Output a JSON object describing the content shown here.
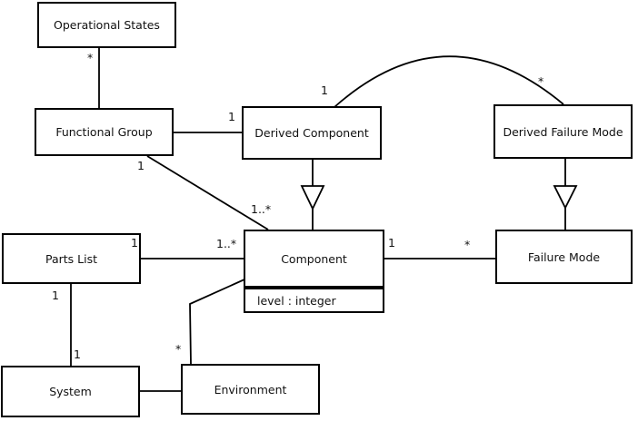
{
  "diagram": {
    "kind": "uml-class-diagram",
    "background_color": "#ffffff",
    "line_color": "#000000",
    "box_fill_color": "#ffffff",
    "nodes": {
      "operational_states": {
        "label": "Operational States"
      },
      "functional_group": {
        "label": "Functional Group"
      },
      "derived_component": {
        "label": "Derived Component"
      },
      "derived_failure_mode": {
        "label": "Derived Failure Mode"
      },
      "parts_list": {
        "label": "Parts List"
      },
      "component": {
        "label": "Component",
        "attribute": "level : integer"
      },
      "failure_mode": {
        "label": "Failure Mode"
      },
      "system": {
        "label": "System"
      },
      "environment": {
        "label": "Environment"
      }
    },
    "edges": [
      {
        "from": "operational_states",
        "to": "functional_group",
        "type": "association",
        "from_label": "*",
        "to_label": ""
      },
      {
        "from": "functional_group",
        "to": "derived_component",
        "type": "association",
        "from_label": "",
        "to_label": "1"
      },
      {
        "from": "derived_component",
        "to": "derived_failure_mode",
        "type": "association-arc",
        "from_label": "1",
        "to_label": "*"
      },
      {
        "from": "derived_component",
        "to": "component",
        "type": "generalization",
        "from_label": "",
        "to_label": ""
      },
      {
        "from": "derived_failure_mode",
        "to": "failure_mode",
        "type": "generalization",
        "from_label": "",
        "to_label": ""
      },
      {
        "from": "functional_group",
        "to": "component",
        "type": "association",
        "from_label": "1",
        "to_label": "1..*"
      },
      {
        "from": "parts_list",
        "to": "component",
        "type": "association",
        "from_label": "1",
        "to_label": "1..*"
      },
      {
        "from": "component",
        "to": "failure_mode",
        "type": "association",
        "from_label": "1",
        "to_label": "*"
      },
      {
        "from": "parts_list",
        "to": "system",
        "type": "association",
        "from_label": "1",
        "to_label": "1"
      },
      {
        "from": "system",
        "to": "environment",
        "type": "association",
        "from_label": "",
        "to_label": ""
      },
      {
        "from": "environment",
        "to": "component",
        "type": "association",
        "from_label": "*",
        "to_label": ""
      }
    ]
  }
}
